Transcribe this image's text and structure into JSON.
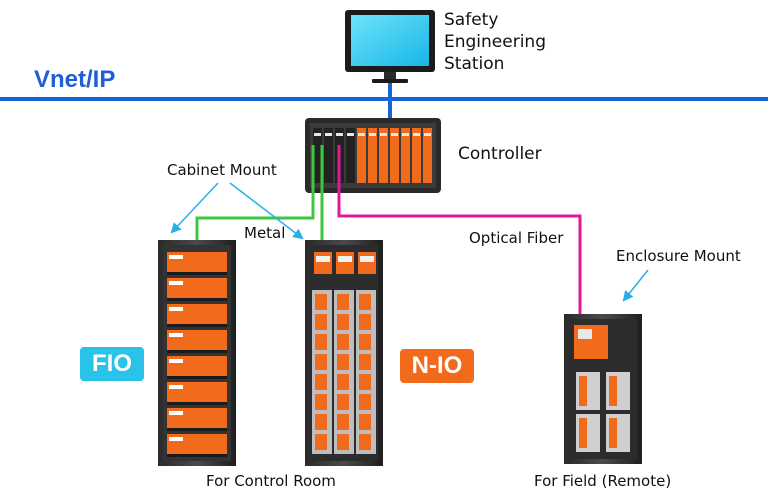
{
  "network": {
    "label": "Vnet/IP"
  },
  "workstation": {
    "label_lines": [
      "Safety",
      "Engineering",
      "Station"
    ]
  },
  "controller": {
    "label": "Controller"
  },
  "annotations": {
    "cabinet_mount": "Cabinet Mount",
    "metal": "Metal",
    "optical_fiber": "Optical Fiber",
    "enclosure_mount": "Enclosure Mount"
  },
  "io": {
    "fio": "FIO",
    "nio": "N-IO",
    "control_room": "For Control Room",
    "field": "For Field (Remote)"
  },
  "colors": {
    "network_blue": "#1565d8",
    "metal_green": "#3cc83c",
    "fiber_magenta": "#e0199a",
    "arrow_cyan": "#2aaee8",
    "module_orange": "#f26a1b",
    "fio_badge": "#29c3ea",
    "nio_badge": "#f26a1b"
  },
  "icons": [
    "monitor-icon",
    "controller-rack-icon",
    "fio-cabinet-icon",
    "nio-cabinet-icon",
    "field-enclosure-icon"
  ]
}
